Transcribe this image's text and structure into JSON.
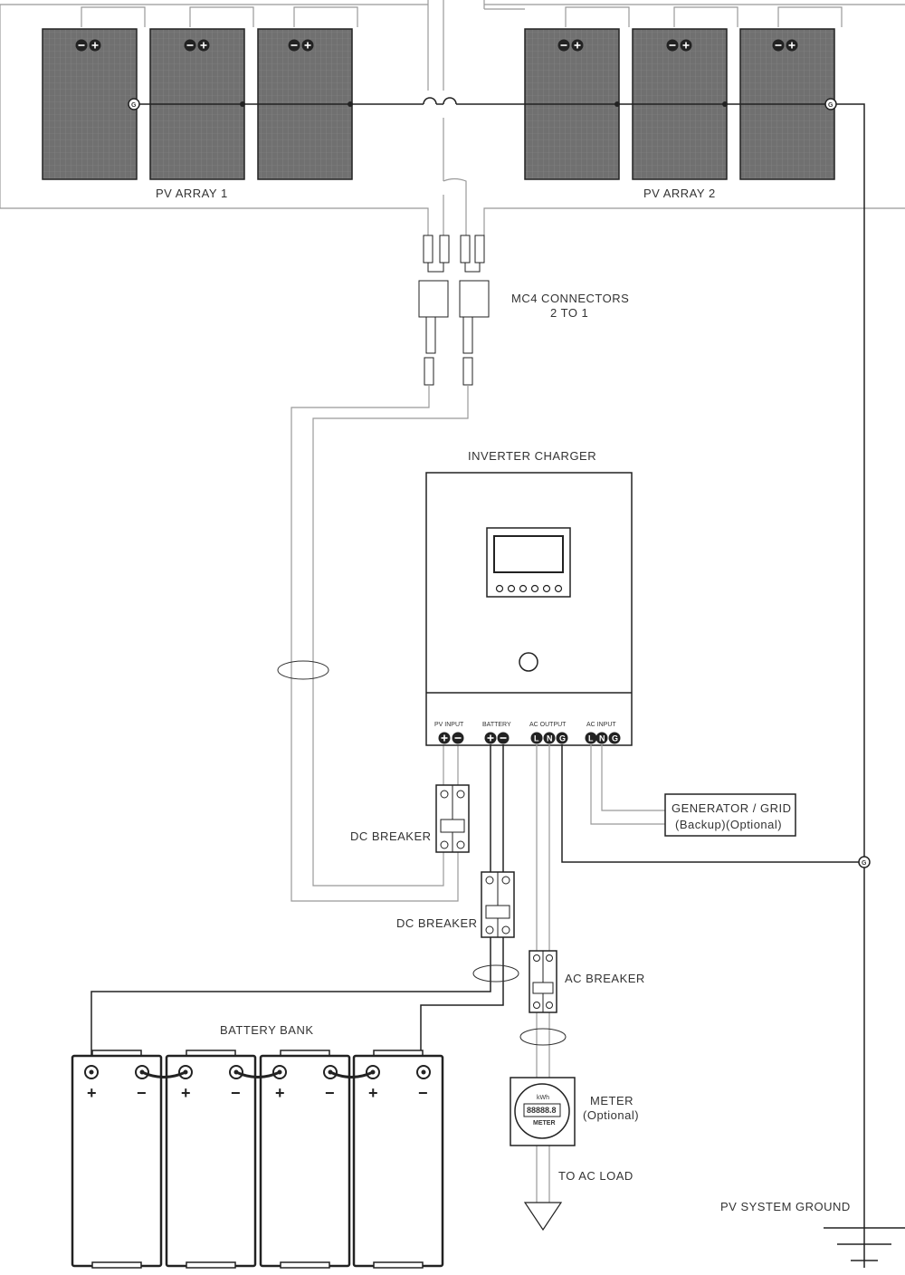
{
  "labels": {
    "pv_array_1": "PV ARRAY 1",
    "pv_array_2": "PV ARRAY 2",
    "mc4_line1": "MC4 CONNECTORS",
    "mc4_line2": "2 TO 1",
    "inverter": "INVERTER CHARGER",
    "pv_input": "PV INPUT",
    "battery": "BATTERY",
    "ac_output": "AC OUTPUT",
    "ac_input": "AC INPUT",
    "dc_breaker_1": "DC BREAKER",
    "dc_breaker_2": "DC BREAKER",
    "ac_breaker": "AC BREAKER",
    "generator_line1": "GENERATOR / GRID",
    "generator_line2": "(Backup)(Optional)",
    "battery_bank": "BATTERY BANK",
    "meter_line1": "METER",
    "meter_line2": "(Optional)",
    "to_ac_load": "TO AC LOAD",
    "pv_ground": "PV SYSTEM GROUND"
  },
  "meter": {
    "unit": "kWh",
    "reading": "88888.8",
    "caption": "METER"
  },
  "terminals": {
    "L": "L",
    "N": "N",
    "G": "G",
    "plus": "+",
    "minus": "−"
  },
  "colors": {
    "line": "#222222",
    "panel": "#6a6a6a",
    "gray_wire": "#999999"
  }
}
